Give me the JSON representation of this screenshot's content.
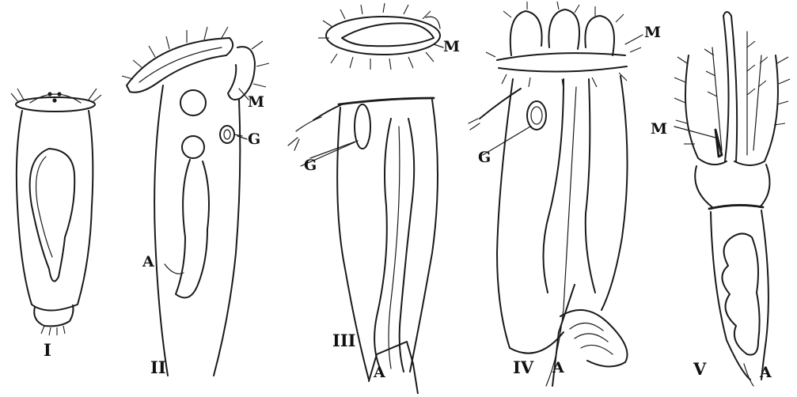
{
  "figures": [
    {
      "numeral": "I",
      "labels": []
    },
    {
      "numeral": "II",
      "labels": [
        "M",
        "G",
        "A"
      ]
    },
    {
      "numeral": "III",
      "labels": [
        "M",
        "G",
        "A"
      ]
    },
    {
      "numeral": "IV",
      "labels": [
        "M",
        "G",
        "A"
      ]
    },
    {
      "numeral": "V",
      "labels": [
        "M",
        "A"
      ]
    }
  ],
  "colors": {
    "ink": "#1a1a1a",
    "paper": "#ffffff"
  }
}
